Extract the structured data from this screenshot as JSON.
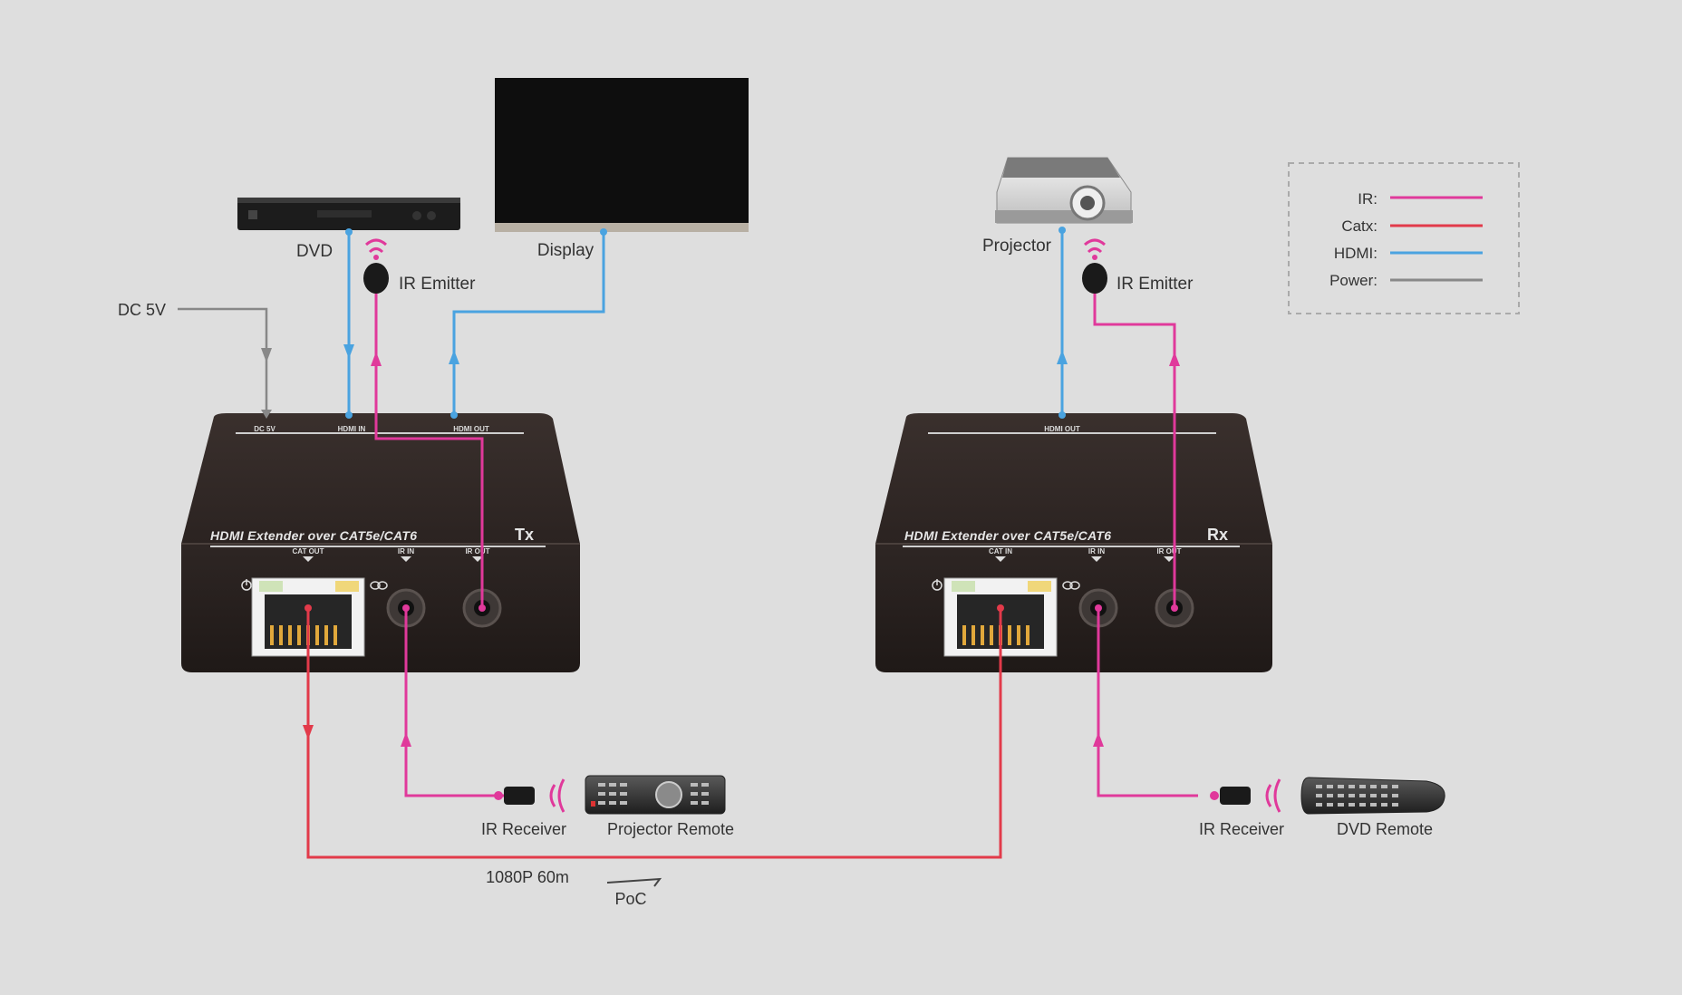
{
  "devices": {
    "dvd": "DVD",
    "display": "Display",
    "projector": "Projector",
    "ir_emitter_tx": "IR Emitter",
    "ir_emitter_rx": "IR Emitter",
    "ir_receiver_tx": "IR Receiver",
    "ir_receiver_rx": "IR Receiver",
    "projector_remote": "Projector Remote",
    "dvd_remote": "DVD Remote"
  },
  "power_label": "DC 5V",
  "tx_box": {
    "title": "HDMI Extender over CAT5e/CAT6",
    "tag": "Tx",
    "top_ports": [
      "DC 5V",
      "HDMI IN",
      "HDMI OUT"
    ],
    "front_ports": [
      "CAT OUT",
      "IR IN",
      "IR OUT"
    ]
  },
  "rx_box": {
    "title": "HDMI Extender over CAT5e/CAT6",
    "tag": "Rx",
    "top_ports": [
      "HDMI OUT"
    ],
    "front_ports": [
      "CAT IN",
      "IR IN",
      "IR OUT"
    ]
  },
  "cable": {
    "distance": "1080P 60m",
    "poc": "PoC"
  },
  "legend": [
    {
      "label": "IR:",
      "color": "#e0399b"
    },
    {
      "label": "Catx:",
      "color": "#e23a4a"
    },
    {
      "label": "HDMI:",
      "color": "#4aa3e0"
    },
    {
      "label": "Power:",
      "color": "#888888"
    }
  ],
  "colors": {
    "ir": "#e0399b",
    "catx": "#e23a4a",
    "hdmi": "#4aa3e0",
    "power": "#888888",
    "box": "#2e2624"
  }
}
